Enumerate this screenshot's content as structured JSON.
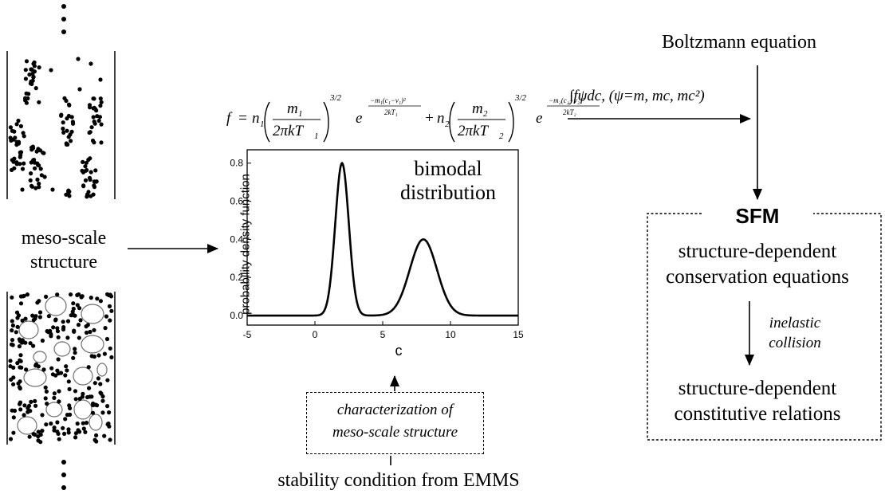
{
  "labels": {
    "meso_line1": "meso-scale",
    "meso_line2": "structure",
    "boltzmann": "Boltzmann equation",
    "bimodal_line1": "bimodal",
    "bimodal_line2": "distribution",
    "sfm": "SFM",
    "conservation_line1": "structure-dependent",
    "conservation_line2": "conservation equations",
    "inelastic_line1": "inelastic",
    "inelastic_line2": "collision",
    "constitutive_line1": "structure-dependent",
    "constitutive_line2": "constitutive relations",
    "characterization_line1": "characterization of",
    "characterization_line2": "meso-scale structure",
    "stability": "stability condition from EMMS"
  },
  "formula": {
    "f": "f",
    "eq": "=",
    "n1": "n",
    "sub1": "1",
    "n2": "n",
    "sub2": "2",
    "m1": "m",
    "m2": "m",
    "den": "2πkT",
    "exp32": "3/2",
    "e": "e",
    "plus": "+",
    "exp1_num": "−m₁(c₁−v₁)²",
    "exp1_den": "2kT₁",
    "exp2_num": "−m₂(c₂−v₂)²",
    "exp2_den": "2kT₂"
  },
  "integral_text": "∫fψdc,  (ψ=m, mc, mc²)",
  "chart_data": {
    "type": "line",
    "xlabel": "c",
    "ylabel": "probability density function",
    "xlim": [
      -5,
      15
    ],
    "ylim": [
      -0.05,
      0.87
    ],
    "xticks": [
      -5,
      0,
      5,
      10,
      15
    ],
    "yticks": [
      0.0,
      0.2,
      0.4,
      0.6,
      0.8
    ],
    "xtick_labels": [
      "-5",
      "0",
      "5",
      "10",
      "15"
    ],
    "ytick_labels": [
      "0.0",
      "0.2",
      "0.4",
      "0.6",
      "0.8"
    ],
    "series": [
      {
        "x": [
          -5,
          0,
          1,
          1.5,
          2,
          2.5,
          3,
          4,
          5,
          6,
          7,
          8,
          9,
          10,
          11,
          12,
          15
        ],
        "values": [
          0,
          0.002,
          0.11,
          0.48,
          0.8,
          0.48,
          0.11,
          0.003,
          0.01,
          0.057,
          0.212,
          0.4,
          0.212,
          0.057,
          0.01,
          0.001,
          0
        ]
      }
    ]
  },
  "colors": {
    "ink": "#000000",
    "particle_outline": "#707070",
    "background": "#ffffff"
  }
}
